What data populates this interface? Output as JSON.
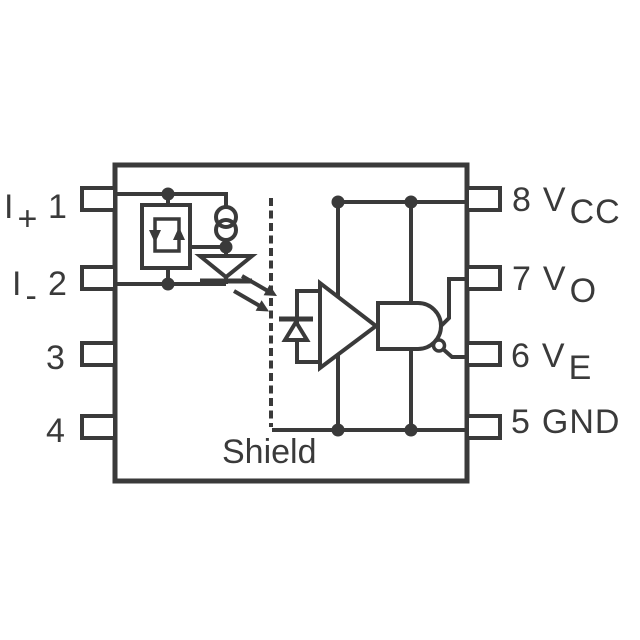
{
  "diagram_title": "optocoupler-functional-diagram",
  "shield_label": "Shield",
  "pins": {
    "left": [
      {
        "number": "1",
        "name": "I",
        "sub": "+"
      },
      {
        "number": "2",
        "name": "I",
        "sub": "-"
      },
      {
        "number": "3",
        "name": "",
        "sub": ""
      },
      {
        "number": "4",
        "name": "",
        "sub": ""
      }
    ],
    "right": [
      {
        "number": "8",
        "name": "V",
        "sub": "CC"
      },
      {
        "number": "7",
        "name": "V",
        "sub": "O"
      },
      {
        "number": "6",
        "name": "V",
        "sub": "E"
      },
      {
        "number": "5",
        "name": "GND",
        "sub": ""
      }
    ]
  },
  "colors": {
    "line": "#3a3a3a",
    "background": "#ffffff"
  }
}
